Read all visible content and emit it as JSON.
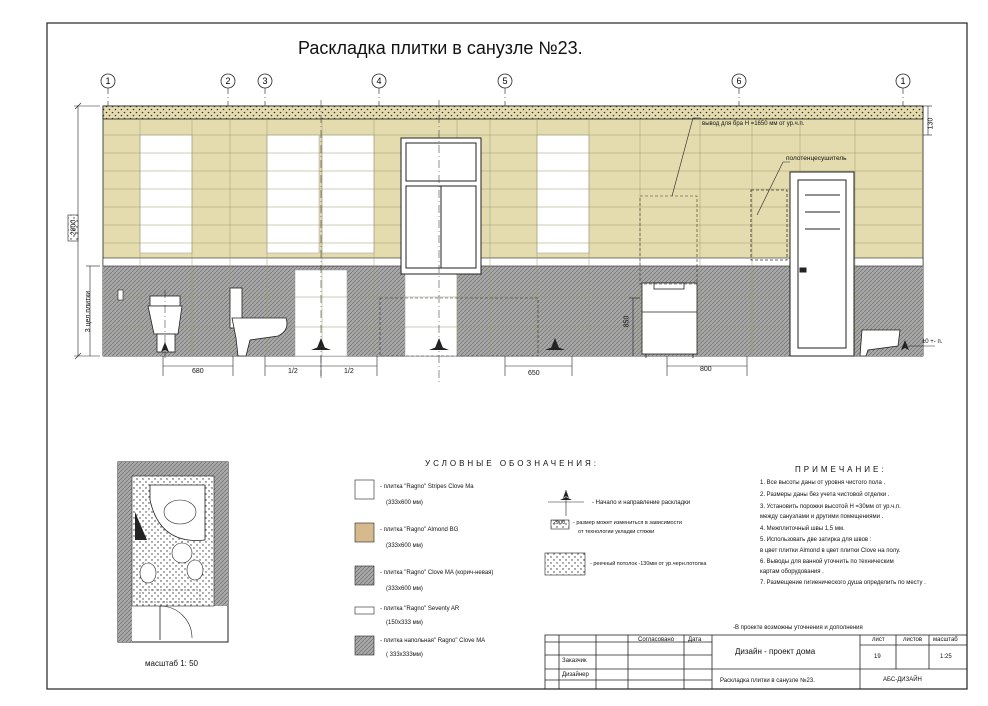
{
  "title": "Раскладка плитки в санузле №23.",
  "axes": [
    "1",
    "2",
    "3",
    "4",
    "5",
    "6",
    "1"
  ],
  "dimensions": {
    "height_total": "2800",
    "top_strip": "130",
    "left_vertical": "3 цел.плитки",
    "wall_680": "680",
    "half_a": "1/2",
    "half_b": "1/2",
    "wall_650": "650",
    "vanity_850": "850",
    "vanity_800": "800",
    "floor_mark": "±0 +- п."
  },
  "callouts": {
    "sconce": "вывод для бра Н =1650 мм от ур.ч.п.",
    "towel_dryer": "полотенцесушитель"
  },
  "legend": {
    "header": "УСЛОВНЫЕ ОБОЗНАЧЕНИЯ:",
    "items": [
      {
        "line1": "- плитка \"Ragno\" Stripes Clove Ma",
        "line2": "(333x600 мм)",
        "color": "#ffffff"
      },
      {
        "line1": "- плитка \"Ragno\" Almond BG",
        "line2": "(333x600 мм)",
        "color": "#d6b98c"
      },
      {
        "line1": "- плитка \"Ragno\" Clove MA (корич-невая)",
        "line2": "(333x600 мм)",
        "color": "#777777"
      },
      {
        "line1": "- плитка \"Ragno\" Seventy AR",
        "line2": "(150x333 мм)",
        "color": "#ffffff"
      },
      {
        "line1": "- плитка напольная\"  Ragno\" Clove MA",
        "line2": "( 333x333мм)",
        "color": "#888888"
      }
    ],
    "symbols": [
      {
        "text": "- Начало и направление раскладки"
      },
      {
        "badge": "2900",
        "text": "- размер может измениться в зависимости",
        "text2": "от технологии укладки стяжки"
      },
      {
        "text": "- реечный потолок -130мм от ур.черн.потолка"
      }
    ]
  },
  "notes": {
    "header": "ПРИМЕЧАНИЕ:",
    "items": [
      "1. Все высоты даны от уровня чистого пола .",
      "2. Размеры даны без учета чистовой отделки .",
      "3.  Установить порожки высотой Н =30мм от ур.ч.п.",
      "     между санузлами и другими помещениями .",
      "4. Межплиточный швы  1,5 мм.",
      "5. Использовать две затирка для швов :",
      "    в цвет плитки Almond в цвет плитки Clove на полу.",
      "6. Выводы для ванной  уточнить по техническим",
      "     картам оборудования .",
      "7. Размещение гигиенического душа определить по месту ."
    ],
    "footnote": "-В проекте возможны уточнения и дополнения"
  },
  "plan": {
    "scale_label": "масштаб 1: 50"
  },
  "titleblock": {
    "col_agreed": "Согласовано",
    "col_date": "Дата",
    "customer": "Заказчик",
    "designer": "Дизайнер",
    "project": "Дизайн - проект дома",
    "sheet_title": "Раскладка плитки в санузле     №23.",
    "company": "АБС-ДИЗАЙН",
    "sheet_label": "лист",
    "sheets_label": "листов",
    "scale_label": "масштаб",
    "sheet_no": "19",
    "scale": "1:25"
  },
  "colors": {
    "almond": "#e4dcae",
    "white_tile": "#ffffff",
    "grout": "#9a9a70",
    "clove": "#9a9a9a",
    "border": "#ffffff",
    "line": "#222222"
  }
}
